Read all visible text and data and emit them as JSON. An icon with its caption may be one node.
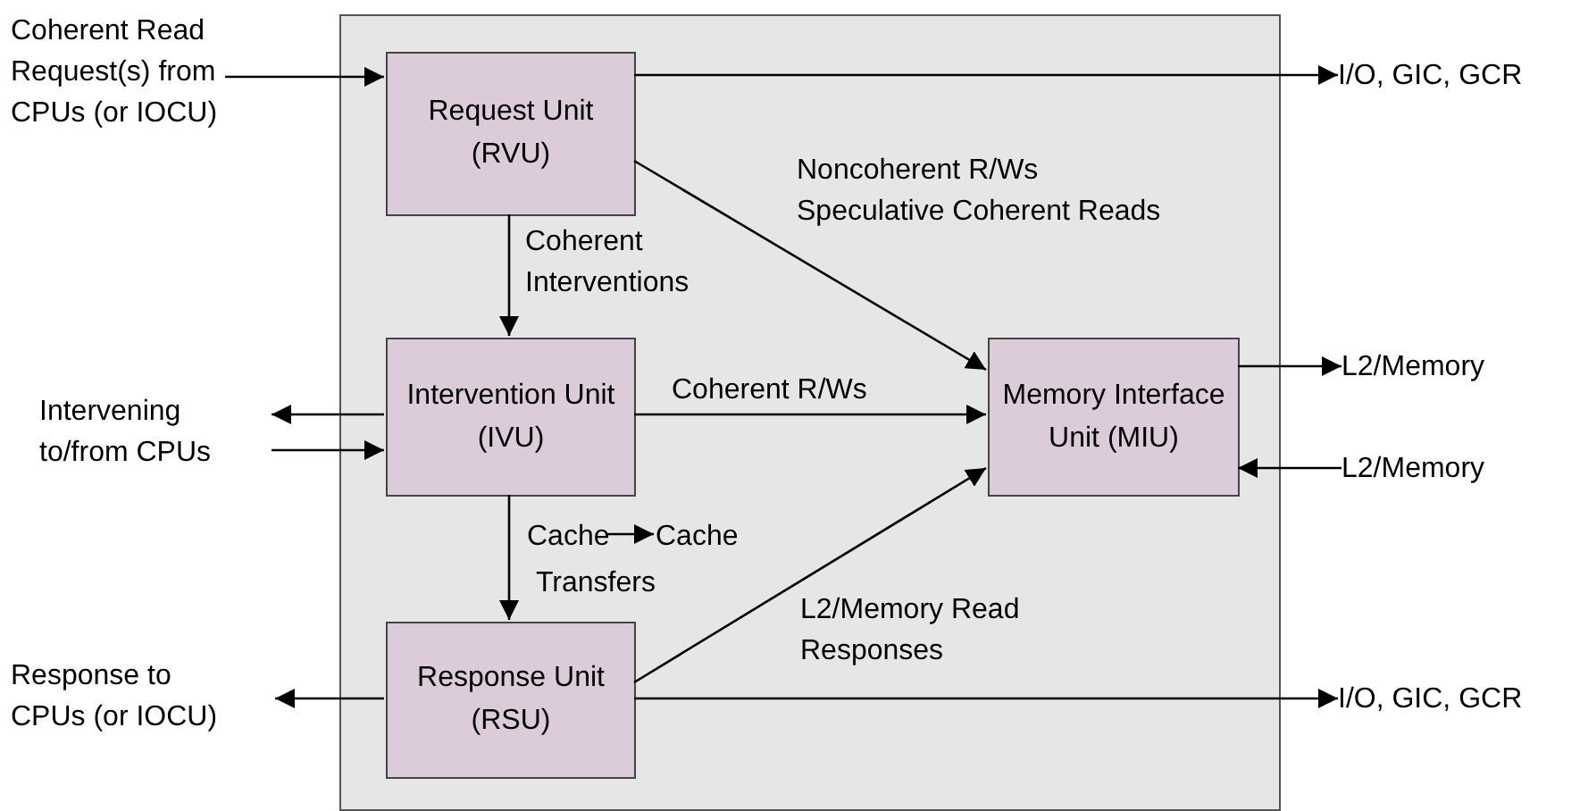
{
  "diagram": {
    "nodes": [
      {
        "text": [],
        "shape": "box"
      },
      {
        "text": [
          "Request Unit (RVU)"
        ],
        "in": 0
      },
      {
        "text": [
          "Intervention Unit (IVU)"
        ],
        "in": 0
      },
      {
        "text": [
          "Response Unit (RSU)"
        ],
        "in": 0
      },
      {
        "text": [
          "Memory Interface Unit (MIU)"
        ],
        "in": 0
      },
      {
        "text": [
          "Cache"
        ],
        "in": 0
      },
      {
        "text": [
          "Cache"
        ],
        "in": 0
      },
      {
        "text": [
          "Coherent Read Request(s) from CPUs (or IOCU)"
        ]
      },
      {
        "text": [
          "Intervening to/from CPUs"
        ]
      },
      {
        "text": [
          "Response to CPUs (or IOCU)"
        ]
      },
      {
        "text": [
          "I/O, GIC, GCR"
        ]
      },
      {
        "text": [
          "L2/Memory"
        ]
      },
      {
        "text": [
          "L2/Memory"
        ]
      },
      {
        "text": [
          "I/O, GIC, GCR"
        ]
      }
    ],
    "edges": [
      {
        "from": 7,
        "to": 1,
        "arrow": "to"
      },
      {
        "from": 1,
        "to": 10,
        "arrow": "to"
      },
      {
        "from": 1,
        "to": 2,
        "arrow": "to",
        "label": "Coherent Interventions"
      },
      {
        "from": 1,
        "to": 4,
        "arrow": "to",
        "label": "Noncoherent R/Ws Speculative Coherent Reads"
      },
      {
        "from": 2,
        "to": 8,
        "arrow": "to"
      },
      {
        "from": 8,
        "to": 2,
        "arrow": "to"
      },
      {
        "from": 2,
        "to": 4,
        "arrow": "to",
        "label": "Coherent R/Ws"
      },
      {
        "from": 2,
        "to": 3,
        "arrow": "to",
        "label": "Transfers"
      },
      {
        "from": 5,
        "to": 6,
        "arrow": "to"
      },
      {
        "from": 3,
        "to": 9,
        "arrow": "to"
      },
      {
        "from": 3,
        "to": 4,
        "arrow": "to",
        "label": "L2/Memory Read Responses"
      },
      {
        "from": 3,
        "to": 13,
        "arrow": "to"
      },
      {
        "from": 4,
        "to": 11,
        "arrow": "to"
      },
      {
        "from": 12,
        "to": 4,
        "arrow": "to"
      }
    ]
  }
}
